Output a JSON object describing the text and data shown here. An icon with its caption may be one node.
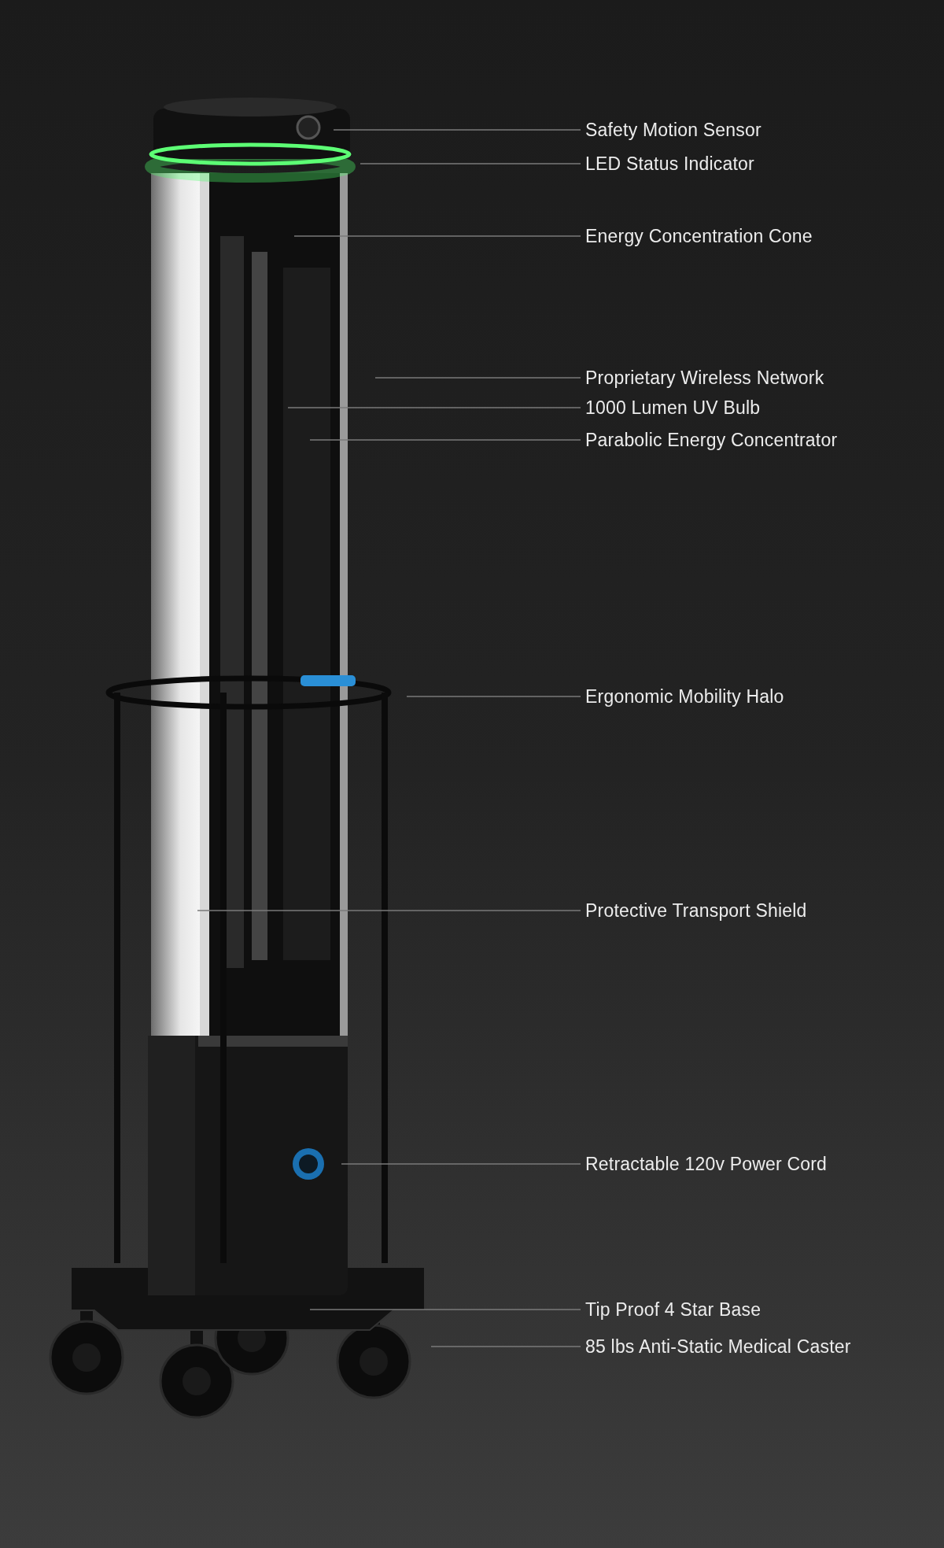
{
  "diagram": {
    "nodes": [
      {
        "text": [
          "Safety Motion Sensor"
        ]
      },
      {
        "text": [
          "LED Status Indicator"
        ]
      },
      {
        "text": [
          "Energy Concentration Cone"
        ]
      },
      {
        "text": [
          "Proprietary Wireless Network"
        ]
      },
      {
        "text": [
          "1000 Lumen UV Bulb"
        ]
      },
      {
        "text": [
          "Parabolic Energy Concentrator"
        ]
      },
      {
        "text": [
          "Ergonomic Mobility Halo"
        ]
      },
      {
        "text": [
          "Protective Transport Shield"
        ]
      },
      {
        "text": [
          "Retractable 120v Power Cord"
        ]
      },
      {
        "text": [
          "Tip Proof 4 Star Base"
        ]
      },
      {
        "text": [
          "85 lbs Anti-Static Medical Caster"
        ]
      }
    ],
    "edges": [
      {
        "from": 0,
        "to": null,
        "arrow": "none"
      },
      {
        "from": 1,
        "to": null,
        "arrow": "none"
      },
      {
        "from": 2,
        "to": null,
        "arrow": "none"
      },
      {
        "from": 3,
        "to": null,
        "arrow": "none"
      },
      {
        "from": 4,
        "to": null,
        "arrow": "none"
      },
      {
        "from": 5,
        "to": null,
        "arrow": "none"
      },
      {
        "from": 6,
        "to": null,
        "arrow": "none"
      },
      {
        "from": 7,
        "to": null,
        "arrow": "none"
      },
      {
        "from": 8,
        "to": null,
        "arrow": "none"
      },
      {
        "from": 9,
        "to": null,
        "arrow": "none"
      },
      {
        "from": 10,
        "to": null,
        "arrow": "none"
      }
    ]
  }
}
